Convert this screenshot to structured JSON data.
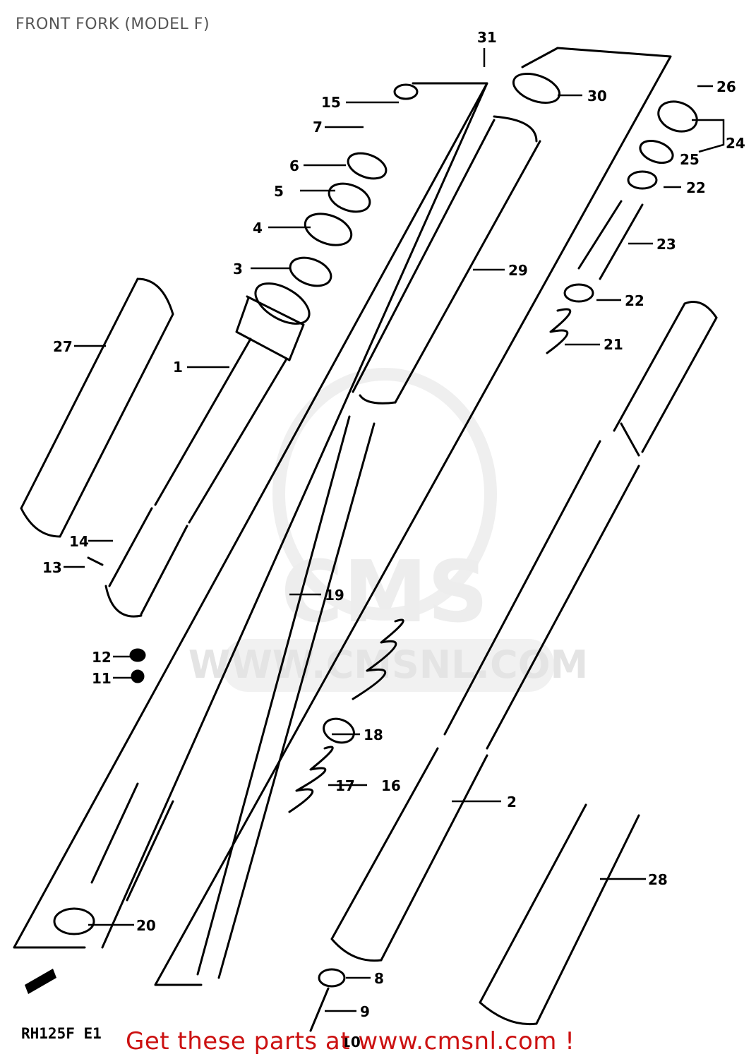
{
  "page": {
    "title": "FRONT FORK (MODEL F)",
    "drawing_code": "RH125F E1",
    "cta": "Get these parts at www.cmsnl.com !"
  },
  "watermark": {
    "brand": "CMS",
    "url": "WWW.CMSNL.COM"
  },
  "colors": {
    "ink": "#000000",
    "cta": "#cc1111",
    "title": "#555555",
    "watermark": "#e4e4e4"
  },
  "callouts": [
    "31",
    "30",
    "26",
    "15",
    "7",
    "24",
    "6",
    "25",
    "22",
    "5",
    "4",
    "23",
    "3",
    "29",
    "22",
    "27",
    "21",
    "1",
    "14",
    "13",
    "19",
    "12",
    "11",
    "18",
    "17",
    "16",
    "2",
    "28",
    "20",
    "8",
    "9",
    "10"
  ]
}
